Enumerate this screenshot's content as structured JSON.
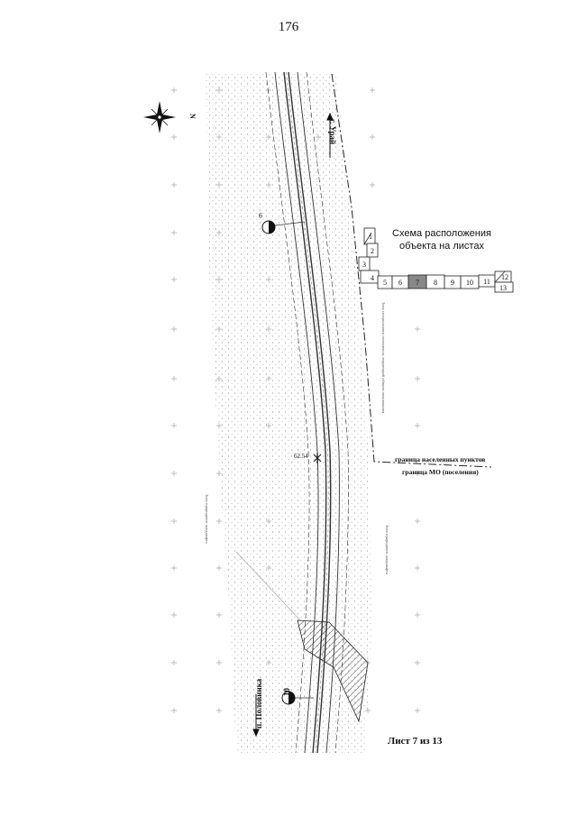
{
  "page": {
    "number": "176"
  },
  "scheme": {
    "title_line1": "Схема расположения",
    "title_line2": "объекта на листах",
    "sheets": [
      "1",
      "2",
      "3",
      "4",
      "5",
      "6",
      "7",
      "8",
      "9",
      "10",
      "11",
      "12",
      "13"
    ],
    "active_sheet": "7",
    "active_color": "#888888"
  },
  "labels": {
    "to_city": "г. Урай",
    "to_village": "п. Половинка",
    "settlement_boundary": "граница населенных пунктов",
    "mo_boundary": "граница МО (поселения)",
    "elevation": "62.54",
    "point_9": "9",
    "point_10": "10",
    "zone_left": "Зона природного ландшафта",
    "zone_right": "Зона природного ландшафта",
    "zone_upper": "Зона специального назначения, территорий общего пользования",
    "north": "N",
    "sheet_of": "Лист 7 из 13"
  }
}
